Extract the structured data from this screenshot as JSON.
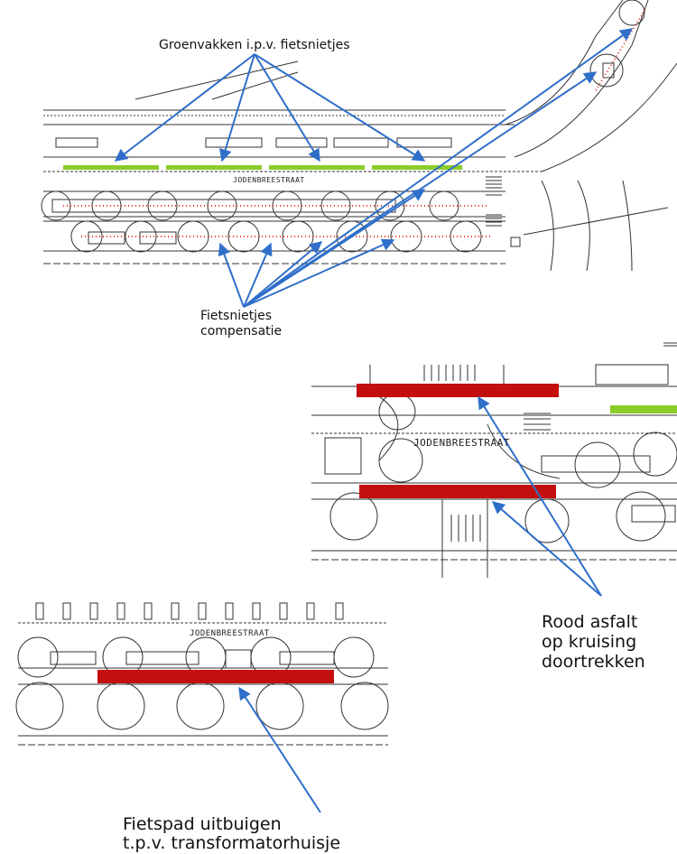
{
  "annotations": {
    "groenvakken": "Groenvakken i.p.v. fietsnietjes",
    "fietsnietjes_line1": "Fietsnietjes",
    "fietsnietjes_line2": "compensatie",
    "rood_line1": "Rood asfalt",
    "rood_line2": "op kruising",
    "rood_line3": "doortrekken",
    "uitbuigen_line1": "Fietspad uitbuigen",
    "uitbuigen_line2": "t.p.v. transformatorhuisje"
  },
  "streets": {
    "top": "JODENBREESTRAAT",
    "middle": "JODENBREESTRAAT",
    "bottom": "JODENBREESTRAAT"
  },
  "colors": {
    "arrow": "#2f6fc9",
    "green_area": "#8ccc2a",
    "red_asphalt": "#c40f0f",
    "red_dots": "#e23a2a",
    "linework": "#333333"
  }
}
